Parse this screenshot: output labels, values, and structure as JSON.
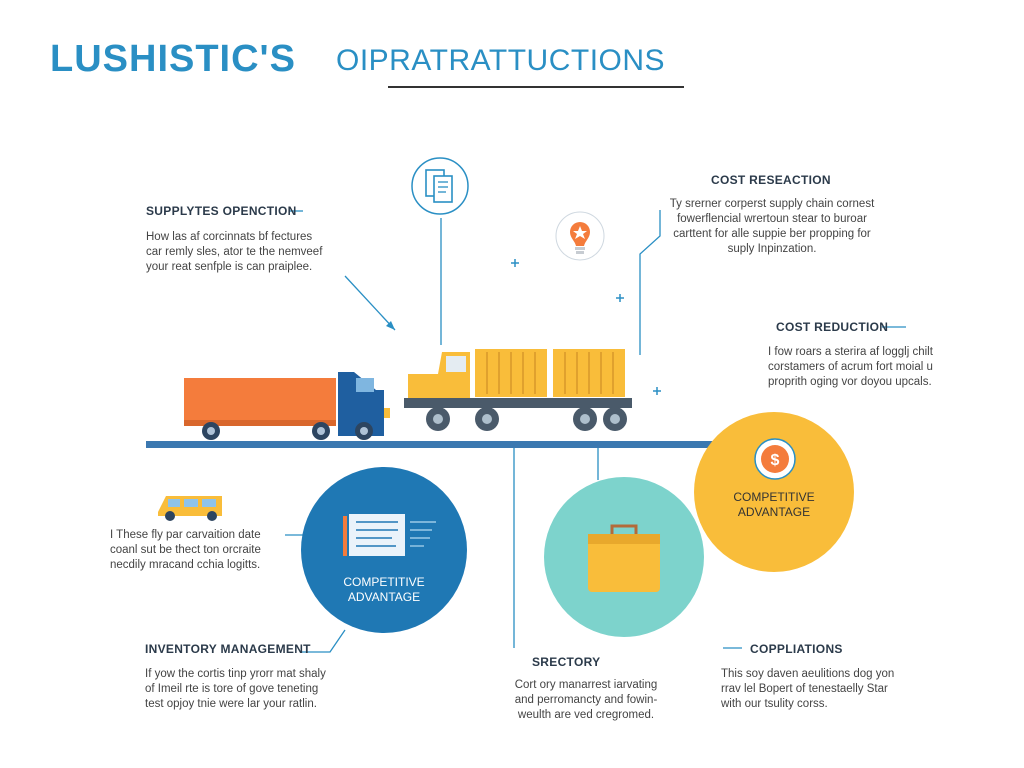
{
  "title": {
    "main": "LUSHISTIC'S",
    "sub": "OIPRATRATTUCTIONS"
  },
  "sections": {
    "supply": {
      "heading": "SUPPLYTES OPENCTION",
      "lines": [
        "How las af corcinnats bf fectures",
        "car remly sles, ator te the nemveef",
        "your reat senfple is can praiplee."
      ]
    },
    "cost_research": {
      "heading": "COST RESEACTION",
      "lines": [
        "Ty srerner corperst supply chain cornest",
        "fowerflencial wrertoun stear to buroar",
        "carttent for alle suppie ber propping for",
        "suply Inpinzation."
      ]
    },
    "cost_reduction": {
      "heading": "COST REDUCTION",
      "lines": [
        "I fow roars a sterira af logglj chilt",
        "corstamers of acrum fort moial u",
        "proprith oging vor doyou upcals."
      ]
    },
    "transport": {
      "lines": [
        "I These fly par carvaition date",
        "coanl sut be thect ton orcraite",
        "necdily mracand cchia logitts."
      ]
    },
    "inventory": {
      "heading": "INVENTORY MANAGEMENT",
      "lines": [
        "If yow the cortis tinp yrorr mat shaly",
        "of Imeil rte is tore of gove teneting",
        "test opjoy tnie were lar your ratlin."
      ]
    },
    "srectory": {
      "heading": "SRECTORY",
      "lines": [
        "Cort ory manarrest iarvating",
        "and perromancty and fowin-",
        "weulth are ved cregromed."
      ]
    },
    "copplations": {
      "heading": "COPPLIATIONS",
      "lines": [
        "This soy daven aeulitions dog yon",
        "rrav lel Bopert of tenestaelly Star",
        "with our tsulity corss."
      ]
    }
  },
  "circles": {
    "blue": {
      "label_1": "COMPETITIVE",
      "label_2": "ADVANTAGE",
      "color": "#1f78b4"
    },
    "teal": {
      "color": "#7dd3cc"
    },
    "yellow": {
      "label_1": "COMPETITIVE",
      "label_2": "ADVANTAGE",
      "color": "#f9bd3a"
    }
  },
  "icons": {
    "document": "document-icon",
    "lightbulb": "lightbulb-icon",
    "dollar": "dollar-coin-icon",
    "briefcase": "briefcase-icon",
    "van": "delivery-van-icon",
    "truck_orange": "semi-truck-icon",
    "truck_yellow": "container-truck-icon"
  },
  "colors": {
    "accent_blue": "#2a8fc4",
    "road": "#3b78b0",
    "orange": "#f47c3c",
    "yellow": "#f9bd3a",
    "teal": "#7dd3cc",
    "dark_blue": "#1f5fa0"
  }
}
